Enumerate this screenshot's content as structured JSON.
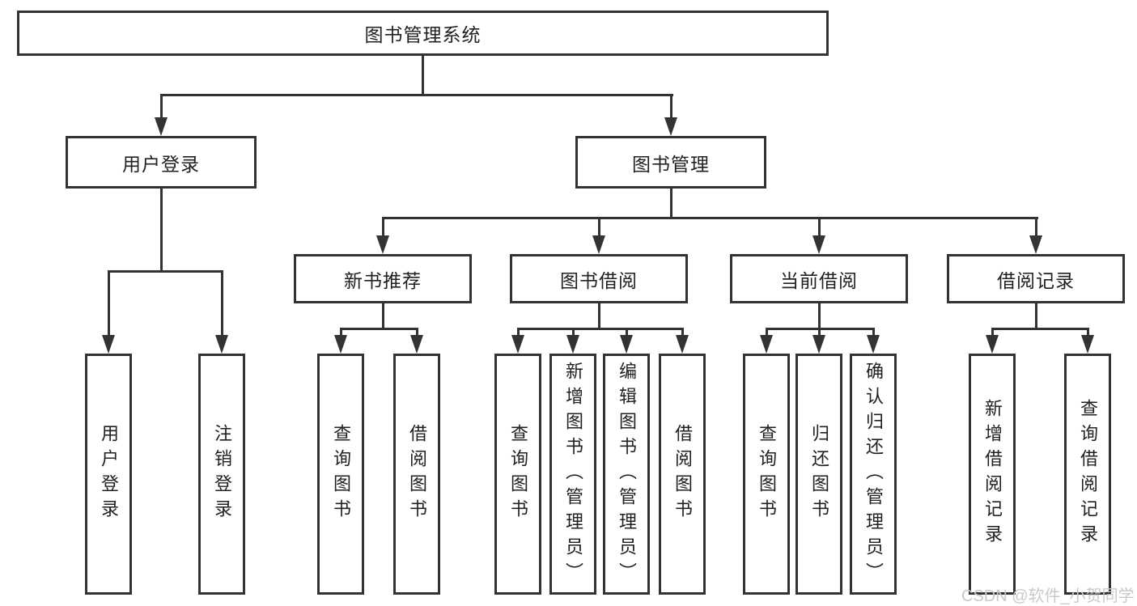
{
  "diagram": {
    "title": "图书管理系统",
    "level2": [
      {
        "label": "用户登录"
      },
      {
        "label": "图书管理"
      }
    ],
    "level3": [
      {
        "label": "新书推荐"
      },
      {
        "label": "图书借阅"
      },
      {
        "label": "当前借阅"
      },
      {
        "label": "借阅记录"
      }
    ],
    "leaves": [
      {
        "label": "用户登录",
        "parent": "用户登录"
      },
      {
        "label": "注销登录",
        "parent": "用户登录"
      },
      {
        "label": "查询图书",
        "parent": "新书推荐"
      },
      {
        "label": "借阅图书",
        "parent": "新书推荐"
      },
      {
        "label": "查询图书",
        "parent": "图书借阅"
      },
      {
        "label": "新增图书（管理员）",
        "parent": "图书借阅"
      },
      {
        "label": "编辑图书（管理员）",
        "parent": "图书借阅"
      },
      {
        "label": "借阅图书",
        "parent": "图书借阅"
      },
      {
        "label": "查询图书",
        "parent": "当前借阅"
      },
      {
        "label": "归还图书",
        "parent": "当前借阅"
      },
      {
        "label": "确认归还（管理员）",
        "parent": "当前借阅"
      },
      {
        "label": "新增借阅记录",
        "parent": "借阅记录"
      },
      {
        "label": "查询借阅记录",
        "parent": "借阅记录"
      }
    ],
    "watermark": "CSDN @软件_小贺同学",
    "colors": {
      "line": "#333333",
      "text": "#212121",
      "watermark": "#c9c9c9",
      "background": "#ffffff"
    }
  }
}
